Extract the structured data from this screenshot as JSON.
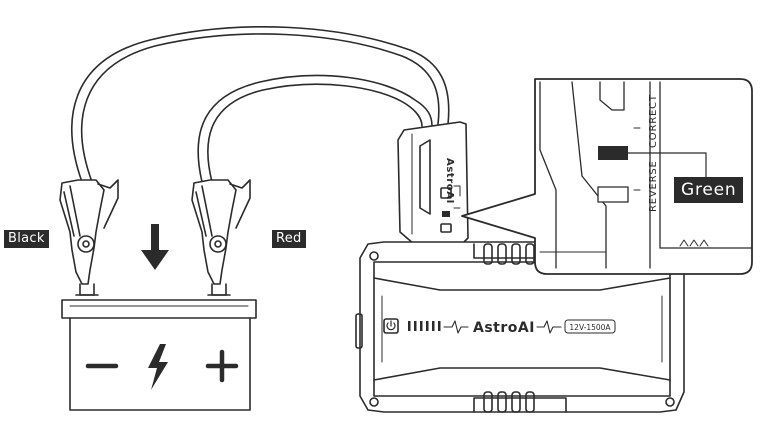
{
  "labels": {
    "black_clamp": "Black",
    "red_clamp": "Red",
    "indicator_color": "Green"
  },
  "zoom_panel": {
    "correct_label": "CORRECT",
    "reverse_label": "REVERSE"
  },
  "booster": {
    "brand": "AstroAI",
    "model": "12V-1500A"
  },
  "clamp_module": {
    "brand": "AstroAI"
  },
  "battery": {
    "negative_symbol": "−",
    "positive_symbol": "+"
  },
  "colors": {
    "line": "#2b2b2b",
    "fill": "#ffffff",
    "tag_background": "#2b2b2b",
    "tag_text": "#ffffff",
    "indicator_lit": "#2b2b2b"
  },
  "icons": [
    "down-arrow-icon",
    "lightning-bolt-icon",
    "power-button-icon",
    "heartbeat-icon",
    "led-bars-icon"
  ]
}
